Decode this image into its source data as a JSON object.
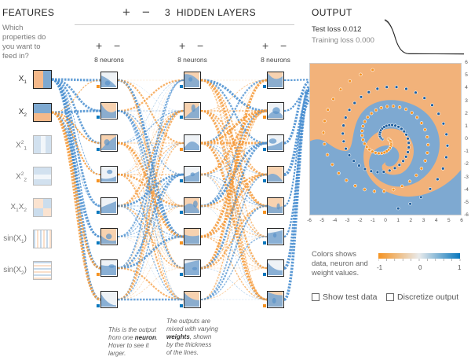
{
  "features": {
    "title": "FEATURES",
    "question": [
      "Which",
      "properties do",
      "you want to",
      "feed in?"
    ],
    "items": [
      {
        "label": "X",
        "sub": "1",
        "sup": "",
        "active": true
      },
      {
        "label": "X",
        "sub": "2",
        "sup": "",
        "active": true
      },
      {
        "label": "X",
        "sub": "1",
        "sup": "2",
        "active": false
      },
      {
        "label": "X",
        "sub": "2",
        "sup": "2",
        "active": false
      },
      {
        "label": "X",
        "sub": "1",
        "sup": "",
        "label2": "X",
        "sub2": "2",
        "active": false
      },
      {
        "label": "sin(X",
        "sub": "1",
        "sup": "",
        "tail": ")",
        "active": false
      },
      {
        "label": "sin(X",
        "sub": "2",
        "sup": "",
        "tail": ")",
        "active": false
      }
    ]
  },
  "hidden": {
    "add_layer": "+",
    "remove_layer": "−",
    "count": "3",
    "title": "HIDDEN LAYERS",
    "layers": [
      {
        "add": "+",
        "remove": "−",
        "neurons": "8 neurons"
      },
      {
        "add": "+",
        "remove": "−",
        "neurons": "8 neurons"
      },
      {
        "add": "+",
        "remove": "−",
        "neurons": "8 neurons"
      }
    ]
  },
  "notes": {
    "neuron_note": [
      "This is the output",
      "from one ",
      "neuron",
      ". Hover to see it",
      "larger."
    ],
    "weights_note": [
      "The outputs are",
      "mixed with varying",
      "weights",
      ", shown",
      "by the thickness",
      "of the lines."
    ]
  },
  "output": {
    "title": "OUTPUT",
    "test_loss_label": "Test loss",
    "test_loss": "0.012",
    "training_loss_label": "Training loss",
    "training_loss": "0.000",
    "x_ticks": [
      "-6",
      "-5",
      "-4",
      "-3",
      "-2",
      "-1",
      "0",
      "1",
      "2",
      "3",
      "4",
      "5",
      "6"
    ],
    "y_ticks": [
      "6",
      "5",
      "4",
      "3",
      "2",
      "1",
      "0",
      "-1",
      "-2",
      "-3",
      "-4",
      "-5",
      "-6"
    ],
    "legend_text": [
      "Colors shows",
      "data, neuron and",
      "weight values."
    ],
    "legend_min": "-1",
    "legend_mid": "0",
    "legend_max": "1",
    "show_test_data": "Show test data",
    "discretize_output": "Discretize output"
  },
  "colors": {
    "orange": "#f59322",
    "blue": "#0877bd",
    "orange_light": "#f5b98a",
    "blue_light": "#7ea9d1",
    "wire_orange": "#f59a3a",
    "wire_blue": "#4a8fd0"
  }
}
